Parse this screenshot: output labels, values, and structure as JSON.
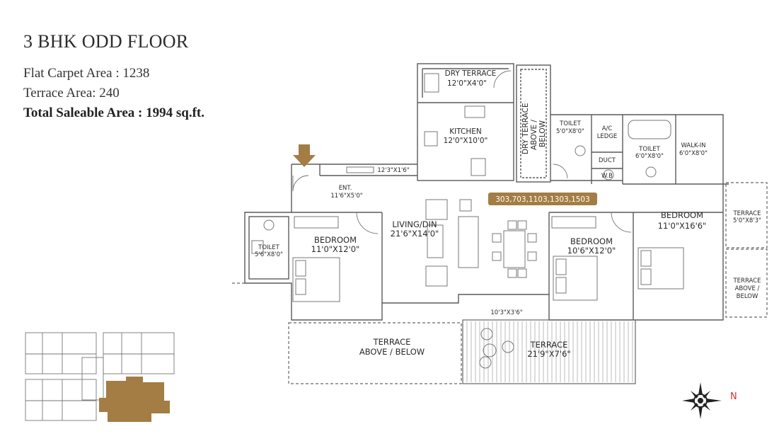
{
  "header": {
    "title": "3 BHK ODD FLOOR",
    "carpet_area": "Flat Carpet Area : 1238",
    "terrace_area": "Terrace Area: 240",
    "saleable_area": "Total Saleable Area : 1994 sq.ft."
  },
  "flat_numbers": "303,703,1103,1303,1503",
  "rooms": {
    "dry_terrace": {
      "name": "DRY TERRACE",
      "size": "12'0\"X4'0\""
    },
    "dry_terrace_above": {
      "line1": "DRY TERRACE",
      "line2": "ABOVE /",
      "line3": "BELOW"
    },
    "kitchen": {
      "name": "KITCHEN",
      "size": "12'0\"X10'0\""
    },
    "toilet1": {
      "name": "TOILET",
      "size": "5'0\"X8'0\""
    },
    "ac_ledge": {
      "line1": "A/C",
      "line2": "LEDGE"
    },
    "duct": "DUCT",
    "wb": "W.B",
    "toilet2": {
      "name": "TOILET",
      "size": "6'0\"X8'0\""
    },
    "walkin": {
      "name": "WALK-IN",
      "size": "6'0\"X8'0\""
    },
    "passage": "12'3\"X1'6\"",
    "entrance": {
      "name": "ENT.",
      "size": "11'6\"X5'0\""
    },
    "living": {
      "name": "LIVING/DIN",
      "size": "21'6\"X14'0\""
    },
    "bedroom1": {
      "name": "BEDROOM",
      "size": "11'0\"X12'0\""
    },
    "toilet3": {
      "name": "TOILET",
      "size": "5'6\"X8'0\""
    },
    "bedroom2": {
      "name": "BEDROOM",
      "size": "10'6\"X12'0\""
    },
    "bedroom3": {
      "name": "BEDROOM",
      "size": "11'0\"X16'6\""
    },
    "terrace_small": {
      "name": "TERRACE",
      "size": "5'0\"X8'3\""
    },
    "terrace_right": {
      "line1": "TERRACE",
      "line2": "ABOVE /",
      "line3": "BELOW"
    },
    "terrace_left": {
      "line1": "TERRACE",
      "line2": "ABOVE / BELOW"
    },
    "terrace_main": {
      "name": "TERRACE",
      "size": "21'9\"X7'6\""
    },
    "balcony_strip": "10'3\"X3'6\""
  },
  "compass_letter": "N",
  "colors": {
    "accent": "#a37d43",
    "wall": "#555555",
    "highlight": "#a37d43",
    "compass_n": "#e0302a"
  }
}
